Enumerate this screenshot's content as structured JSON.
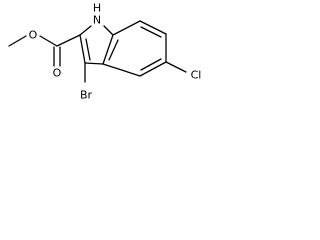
{
  "molecule": {
    "atoms": {
      "nh": "H",
      "nh_n": "N",
      "o_ester": "O",
      "o_carbonyl": "O",
      "br": "Br",
      "cl": "Cl"
    }
  }
}
